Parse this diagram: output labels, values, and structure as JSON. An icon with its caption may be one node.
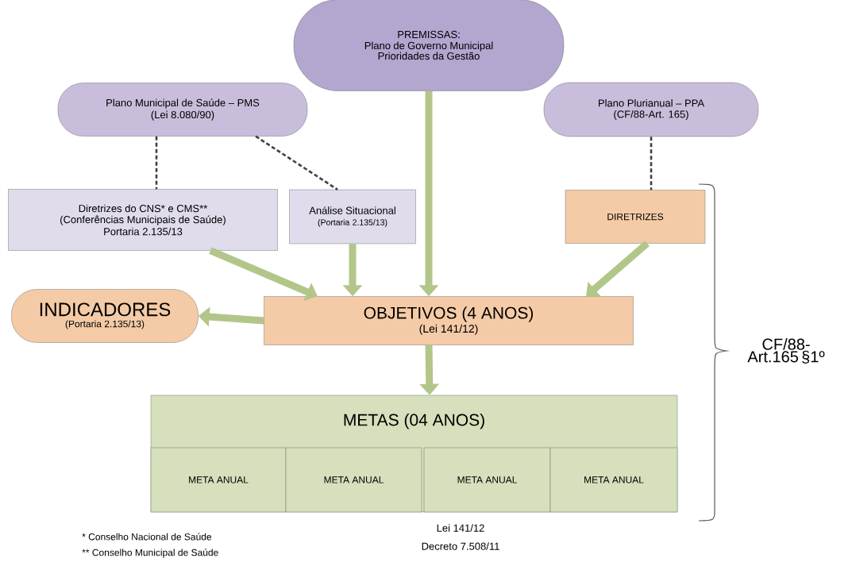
{
  "diagram": {
    "nodes": [
      {
        "text": [
          "PREMISSAS:",
          "Plano de Governo Municipal Prioridades da Gestão"
        ]
      },
      {
        "text": [
          "Plano Municipal de Saúde – PMS",
          "(Lei 8.080/90)"
        ]
      },
      {
        "text": [
          "Plano Plurianual – PPA",
          "(CF/88-Art. 165)"
        ]
      },
      {
        "text": [
          "Diretrizes do CNS* e CMS**",
          "(Conferências Municipais de Saúde)",
          "Portaria 2.135/13"
        ]
      },
      {
        "text": [
          "Análise Situacional",
          "(Portaria 2.135/13)"
        ]
      },
      {
        "text": [
          "DIRETRIZES"
        ]
      },
      {
        "text": [
          "INDICADORES",
          "(Portaria 2.135/13)"
        ]
      },
      {
        "text": [
          "OBJETIVOS (4 ANOS)",
          "(Lei 141/12)"
        ]
      },
      {
        "text": [
          "METAS (04 ANOS)"
        ]
      },
      {
        "text": [
          "META ANUAL"
        ],
        "in": 8
      },
      {
        "text": [
          "META ANUAL"
        ],
        "in": 8
      },
      {
        "text": [
          "META ANUAL"
        ],
        "in": 8
      },
      {
        "text": [
          "META ANUAL"
        ],
        "in": 8
      }
    ],
    "edges": [
      {
        "from": 1,
        "to": 3,
        "arrow": "none",
        "style": "dashed",
        "color": "#404040"
      },
      {
        "from": 1,
        "to": 4,
        "arrow": "none",
        "style": "dashed",
        "color": "#404040"
      },
      {
        "from": 2,
        "to": 5,
        "arrow": "none",
        "style": "dashed",
        "color": "#404040"
      },
      {
        "from": 3,
        "to": 7,
        "arrow": "to"
      },
      {
        "from": 4,
        "to": 7,
        "arrow": "to"
      },
      {
        "from": 0,
        "to": 7,
        "arrow": "to"
      },
      {
        "from": 5,
        "to": 7,
        "arrow": "to"
      },
      {
        "from": 7,
        "to": 6,
        "arrow": "to"
      },
      {
        "from": 7,
        "to": 8,
        "arrow": "to"
      }
    ],
    "labels": [
      "CF/88- Art.165 §1º",
      "Lei 141/12",
      "Decreto 7.508/11",
      "* Conselho Nacional de Saúde",
      "** Conselho Municipal de Saúde"
    ]
  }
}
